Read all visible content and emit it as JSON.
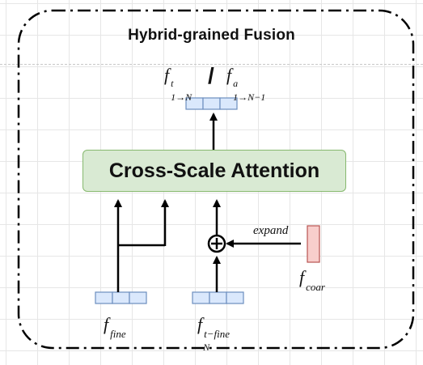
{
  "title": "Hybrid-grained Fusion",
  "attention_label": "Cross-Scale Attention",
  "output": {
    "left": {
      "base": "f",
      "sup": "t",
      "sub": "1→N"
    },
    "separator": "/",
    "right": {
      "base": "f",
      "sup": "a",
      "sub": "1→N−1"
    }
  },
  "inputs": {
    "fine": {
      "base": "f",
      "sup": "fine"
    },
    "temporal_fine": {
      "base": "f",
      "sup": "t−fine",
      "sub": "N"
    },
    "coarse": {
      "base": "f",
      "sup": "coar"
    }
  },
  "expand_label": "expand",
  "colors": {
    "token_fill": "#dae8fc",
    "token_stroke": "#6c8ebf",
    "coarse_fill": "#f8cecc",
    "coarse_stroke": "#b85450",
    "attention_fill": "#d9ead3",
    "attention_stroke": "#86b86e"
  }
}
